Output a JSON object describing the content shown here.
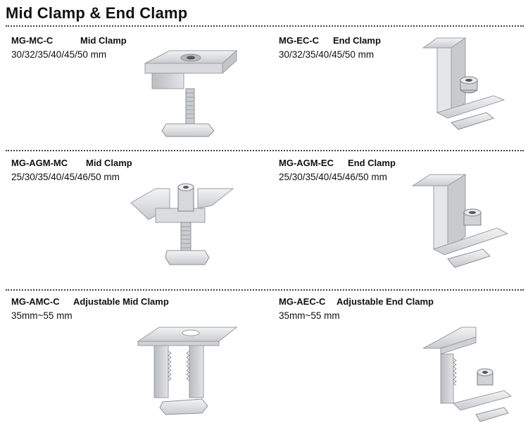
{
  "title": "Mid Clamp & End Clamp",
  "products": [
    {
      "code": "MG-MC-C",
      "name": "Mid Clamp",
      "sizes": "30/32/35/40/45/50 mm",
      "icon": "mid-clamp-icon"
    },
    {
      "code": "MG-EC-C",
      "name": "End Clamp",
      "sizes": "30/32/35/40/45/50 mm",
      "icon": "end-clamp-icon"
    },
    {
      "code": "MG-AGM-MC",
      "name": "Mid Clamp",
      "sizes": "25/30/35/40/45/46/50 mm",
      "icon": "mid-clamp-icon"
    },
    {
      "code": "MG-AGM-EC",
      "name": "End Clamp",
      "sizes": "25/30/35/40/45/46/50 mm",
      "icon": "end-clamp-icon"
    },
    {
      "code": "MG-AMC-C",
      "name": "Adjustable Mid Clamp",
      "sizes": "35mm~55 mm",
      "icon": "adjustable-mid-clamp-icon"
    },
    {
      "code": "MG-AEC-C",
      "name": "Adjustable End Clamp",
      "sizes": "35mm~55 mm",
      "icon": "adjustable-end-clamp-icon"
    }
  ]
}
